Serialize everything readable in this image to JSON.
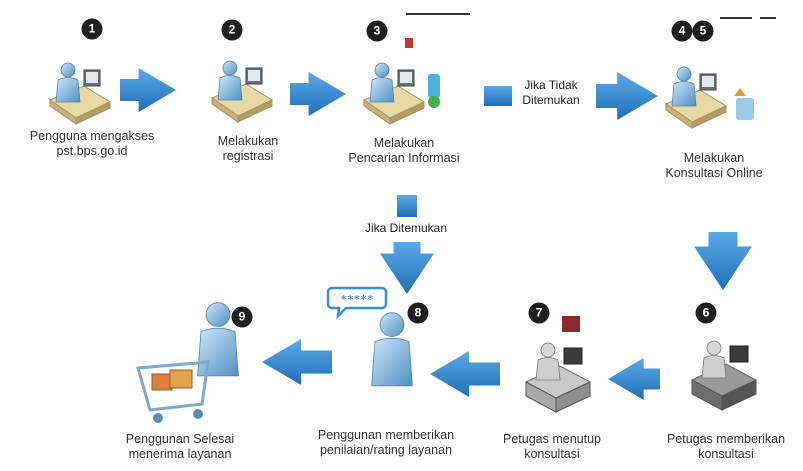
{
  "colors": {
    "arrow": "#3a8fd9",
    "arrow_dark": "#1f6fb8",
    "figure": "#8ec4ea",
    "figure_dark": "#4f90c4",
    "desk": "#e8d9a4",
    "badge": "#1f1f1f"
  },
  "steps": [
    {
      "number": "1",
      "lines": [
        "Pengguna mengakses",
        "pst.bps.go.id"
      ],
      "icon": "user-at-computer-icon"
    },
    {
      "number": "2",
      "lines": [
        "Melakukan",
        "registrasi"
      ],
      "icon": "user-at-computer-icon"
    },
    {
      "number": "3",
      "lines": [
        "Melakukan",
        "Pencarian Informasi"
      ],
      "icon": "user-searching-icon"
    },
    {
      "number": "4",
      "lines": [],
      "icon": "user-consulting-icon"
    },
    {
      "number": "5",
      "lines": [
        "Melakukan",
        "Konsultasi Online"
      ],
      "icon": "user-consulting-icon"
    },
    {
      "number": "6",
      "lines": [
        "Petugas memberikan",
        "konsultasi"
      ],
      "icon": "officer-at-computer-icon"
    },
    {
      "number": "7",
      "lines": [
        "Petugas menutup",
        "konsultasi"
      ],
      "icon": "officer-closing-icon"
    },
    {
      "number": "8",
      "lines": [
        "Penggunan memberikan",
        "penilaian/rating layanan"
      ],
      "icon": "user-rating-icon"
    },
    {
      "number": "9",
      "lines": [
        "Penggunan Selesai",
        "menerima layanan"
      ],
      "icon": "user-with-cart-icon"
    }
  ],
  "conditions": {
    "not_found": [
      "Jika Tidak",
      "Ditemukan"
    ],
    "found": [
      "Jika Ditemukan"
    ]
  },
  "rating_bubble": "*****"
}
